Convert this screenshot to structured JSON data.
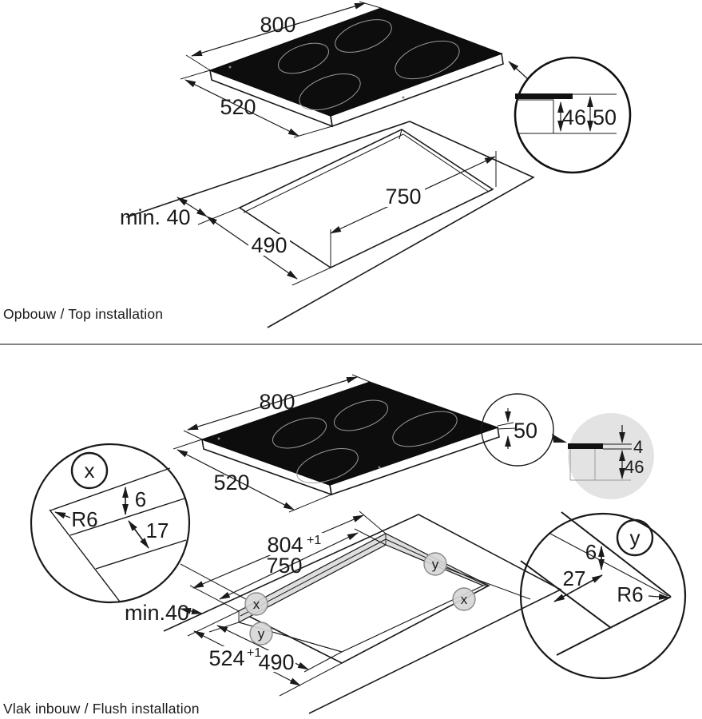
{
  "top_section": {
    "label": "Opbouw / Top installation",
    "dims": {
      "width": "800",
      "depth": "520",
      "cutout_length": "750",
      "cutout_depth": "490",
      "min_edge": "min. 40",
      "counter_recess": "46",
      "total_height": "50"
    }
  },
  "bottom_section": {
    "label": "Vlak inbouw / Flush installation",
    "dims": {
      "width": "800",
      "depth": "520",
      "height": "50",
      "glass_step": "4",
      "counter_recess": "46",
      "outer_length": "804",
      "outer_length_tol": "+1",
      "inner_length": "750",
      "outer_depth": "524",
      "outer_depth_tol": "+1",
      "inner_depth": "490",
      "min_edge": "min.40"
    },
    "detail_x": {
      "marker": "x",
      "radius": "R6",
      "step_height": "6",
      "step_width": "17"
    },
    "detail_y": {
      "marker": "y",
      "radius": "R6",
      "step_height": "6",
      "step_width": "27"
    },
    "corner_markers": {
      "x": "x",
      "y": "y"
    }
  }
}
